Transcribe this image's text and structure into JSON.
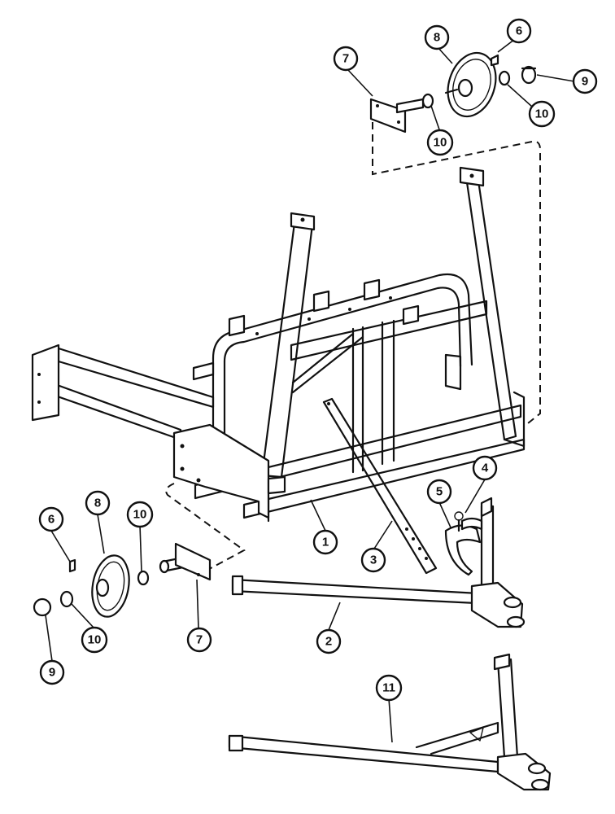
{
  "diagram": {
    "callouts": [
      {
        "id": "c1",
        "label": "1"
      },
      {
        "id": "c2",
        "label": "2"
      },
      {
        "id": "c3",
        "label": "3"
      },
      {
        "id": "c4",
        "label": "4"
      },
      {
        "id": "c5",
        "label": "5"
      },
      {
        "id": "c6a",
        "label": "6"
      },
      {
        "id": "c6b",
        "label": "6"
      },
      {
        "id": "c7a",
        "label": "7"
      },
      {
        "id": "c7b",
        "label": "7"
      },
      {
        "id": "c8a",
        "label": "8"
      },
      {
        "id": "c8b",
        "label": "8"
      },
      {
        "id": "c9a",
        "label": "9"
      },
      {
        "id": "c9b",
        "label": "9"
      },
      {
        "id": "c10a",
        "label": "10"
      },
      {
        "id": "c10b",
        "label": "10"
      },
      {
        "id": "c10c",
        "label": "10"
      },
      {
        "id": "c10d",
        "label": "10"
      },
      {
        "id": "c11",
        "label": "11"
      }
    ]
  }
}
